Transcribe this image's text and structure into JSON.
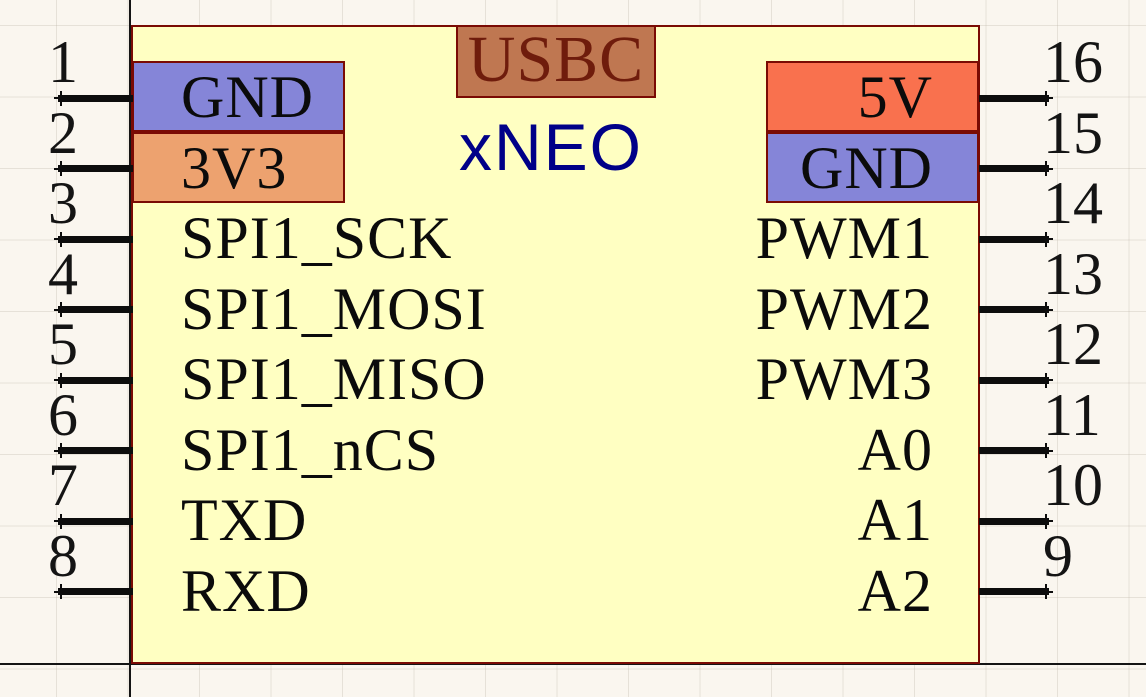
{
  "symbol": {
    "value": "xNEO",
    "top_label": "USBC"
  },
  "left_pins": [
    {
      "number": "1",
      "name": "GND",
      "highlight": "purple"
    },
    {
      "number": "2",
      "name": "3V3",
      "highlight": "tan"
    },
    {
      "number": "3",
      "name": "SPI1_SCK"
    },
    {
      "number": "4",
      "name": "SPI1_MOSI"
    },
    {
      "number": "5",
      "name": "SPI1_MISO"
    },
    {
      "number": "6",
      "name": "SPI1_nCS"
    },
    {
      "number": "7",
      "name": "TXD"
    },
    {
      "number": "8",
      "name": "RXD"
    }
  ],
  "right_pins": [
    {
      "number": "16",
      "name": "5V",
      "highlight": "red"
    },
    {
      "number": "15",
      "name": "GND",
      "highlight": "purple"
    },
    {
      "number": "14",
      "name": "PWM1"
    },
    {
      "number": "13",
      "name": "PWM2"
    },
    {
      "number": "12",
      "name": "PWM3"
    },
    {
      "number": "11",
      "name": "A0"
    },
    {
      "number": "10",
      "name": "A1"
    },
    {
      "number": "9",
      "name": "A2"
    }
  ],
  "colors": {
    "background": "#FAF6EF",
    "body_fill": "#FFFFC2",
    "outline": "#7A0B04",
    "purple": "#8585D8",
    "tan": "#EDA26F",
    "red": "#F9714E",
    "usbc_fill": "#BF7751",
    "usbc_text": "#6F1C0C",
    "value_text": "#000088",
    "wire": "#0D0D0D"
  }
}
